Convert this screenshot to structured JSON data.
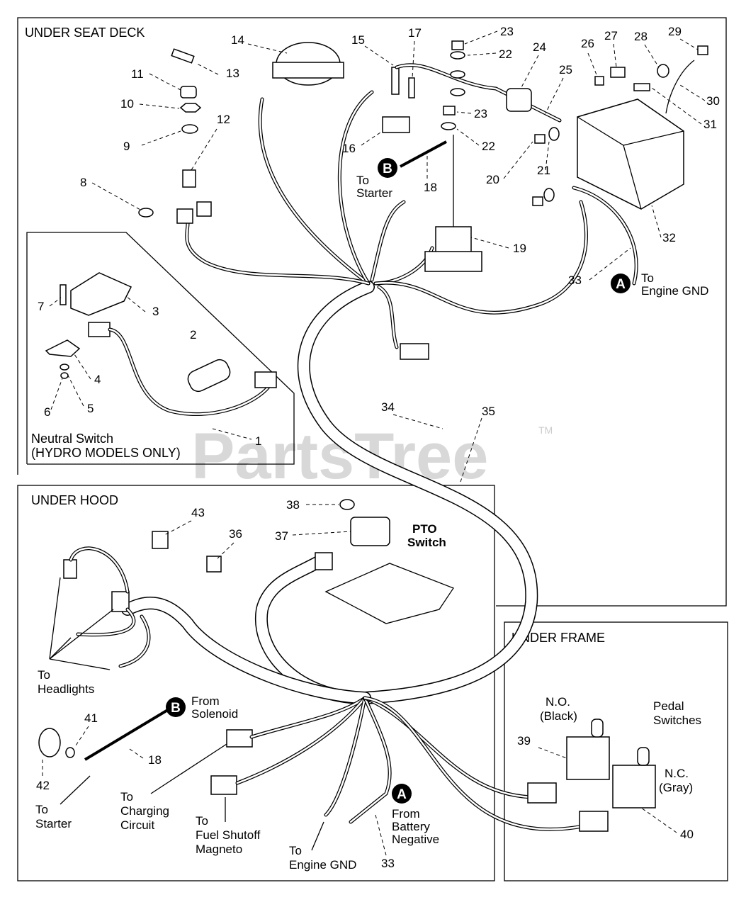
{
  "sections": {
    "under_seat_deck": "UNDER SEAT DECK",
    "neutral_switch_line1": "Neutral Switch",
    "neutral_switch_line2": "(HYDRO MODELS ONLY)",
    "under_hood": "UNDER HOOD",
    "under_frame": "UNDER FRAME"
  },
  "watermark": {
    "text": "PartsTree",
    "tm": "TM"
  },
  "callouts": {
    "to_starter_top_1": "To",
    "to_starter_top_2": "Starter",
    "to_engine_gnd_top_1": "To",
    "to_engine_gnd_top_2": "Engine GND",
    "pto_switch_1": "PTO",
    "pto_switch_2": "Switch",
    "to_headlights_1": "To",
    "to_headlights_2": "Headlights",
    "from_solenoid_1": "From",
    "from_solenoid_2": "Solenoid",
    "to_starter_bottom_1": "To",
    "to_starter_bottom_2": "Starter",
    "to_charging_1": "To",
    "to_charging_2": "Charging",
    "to_charging_3": "Circuit",
    "to_fuel_1": "To",
    "to_fuel_2": "Fuel Shutoff",
    "to_fuel_3": "Magneto",
    "to_engine_gnd_bottom_1": "To",
    "to_engine_gnd_bottom_2": "Engine GND",
    "from_battery_1": "From",
    "from_battery_2": "Battery",
    "from_battery_3": "Negative",
    "no_1": "N.O.",
    "no_2": "(Black)",
    "pedal_1": "Pedal",
    "pedal_2": "Switches",
    "nc_1": "N.C.",
    "nc_2": "(Gray)"
  },
  "markers": {
    "a": "A",
    "b": "B"
  },
  "part_numbers": {
    "p1": "1",
    "p2": "2",
    "p3": "3",
    "p4": "4",
    "p5": "5",
    "p6": "6",
    "p7": "7",
    "p8": "8",
    "p9": "9",
    "p10": "10",
    "p11": "11",
    "p12": "12",
    "p13": "13",
    "p14": "14",
    "p15": "15",
    "p16": "16",
    "p17": "17",
    "p18": "18",
    "p18b": "18",
    "p19": "19",
    "p20": "20",
    "p21": "21",
    "p22": "22",
    "p22b": "22",
    "p23": "23",
    "p23b": "23",
    "p24": "24",
    "p25": "25",
    "p26": "26",
    "p27": "27",
    "p28": "28",
    "p29": "29",
    "p30": "30",
    "p31": "31",
    "p32": "32",
    "p33": "33",
    "p33b": "33",
    "p34": "34",
    "p35": "35",
    "p36": "36",
    "p37": "37",
    "p38": "38",
    "p39": "39",
    "p40": "40",
    "p41": "41",
    "p42": "42",
    "p43": "43"
  }
}
